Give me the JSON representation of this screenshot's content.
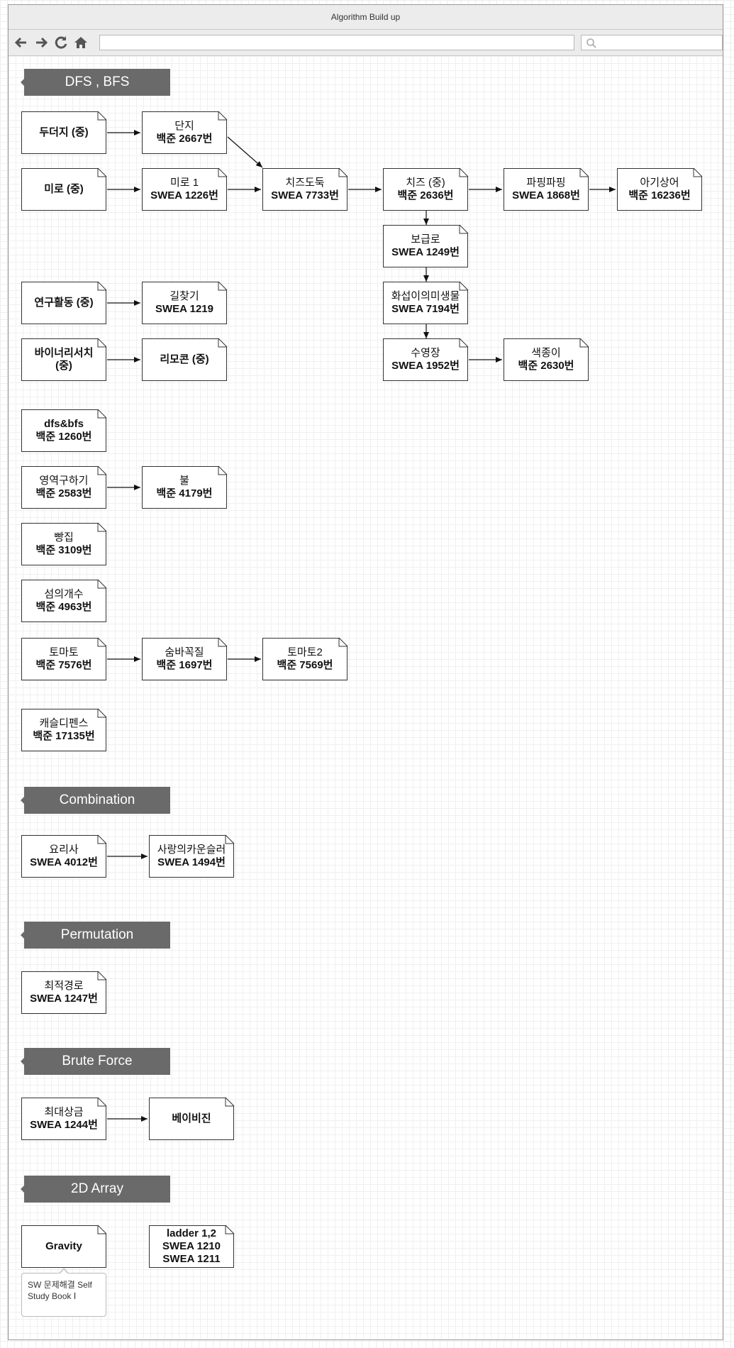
{
  "window": {
    "title": "Algorithm Build up",
    "url": "",
    "search_placeholder": ""
  },
  "headers": {
    "dfs_bfs": "DFS , BFS",
    "combination": "Combination",
    "permutation": "Permutation",
    "brute_force": "Brute Force",
    "array2d": "2D Array"
  },
  "nodes": {
    "dudeoji": {
      "l1": "두더지 (중)"
    },
    "danji": {
      "l1": "단지",
      "l2": "백준 2667번"
    },
    "miro": {
      "l1": "미로 (중)"
    },
    "miro1": {
      "l1": "미로 1",
      "l2": "SWEA 1226번"
    },
    "cheese_thief": {
      "l1": "치즈도둑",
      "l2": "SWEA 7733번"
    },
    "cheese": {
      "l1": "치즈 (중)",
      "l2": "백준 2636번"
    },
    "papping": {
      "l1": "파핑파핑",
      "l2": "SWEA 1868번"
    },
    "baby_shark": {
      "l1": "아기상어",
      "l2": "백준 16236번"
    },
    "supply": {
      "l1": "보급로",
      "l2": "SWEA 1249번"
    },
    "microbe": {
      "l1": "화섭이의미생물",
      "l2": "SWEA 7194번"
    },
    "pool": {
      "l1": "수영장",
      "l2": "SWEA 1952번"
    },
    "color_paper": {
      "l1": "색종이",
      "l2": "백준 2630번"
    },
    "research": {
      "l1": "연구활동 (중)"
    },
    "pathfind": {
      "l1": "길찾기",
      "l2": "SWEA 1219"
    },
    "binary": {
      "l1": "바이너리서치",
      "l1b": "(중)"
    },
    "remocon": {
      "l1": "리모콘 (중)"
    },
    "dfsbfs": {
      "l1": "dfs&bfs",
      "l2": "백준 1260번"
    },
    "area": {
      "l1": "영역구하기",
      "l2": "백준 2583번"
    },
    "fire": {
      "l1": "불",
      "l2": "백준 4179번"
    },
    "bread": {
      "l1": "빵집",
      "l2": "백준 3109번"
    },
    "islands": {
      "l1": "섬의개수",
      "l2": "백준 4963번"
    },
    "tomato": {
      "l1": "토마토",
      "l2": "백준 7576번"
    },
    "hide_seek": {
      "l1": "숨바꼭질",
      "l2": "백준 1697번"
    },
    "tomato2": {
      "l1": "토마토2",
      "l2": "백준 7569번"
    },
    "capsule": {
      "l1": "캐슬디펜스",
      "l2": "백준 17135번"
    },
    "cook": {
      "l1": "요리사",
      "l2": "SWEA 4012번"
    },
    "love_counselor": {
      "l1": "사랑의카운슬러",
      "l2": "SWEA 1494번"
    },
    "optimal_path": {
      "l1": "최적경로",
      "l2": "SWEA 1247번"
    },
    "max_prize": {
      "l1": "최대상금",
      "l2": "SWEA 1244번"
    },
    "babygin": {
      "l1": "베이비진"
    },
    "gravity": {
      "l1": "Gravity"
    },
    "ladder": {
      "l1": "ladder 1,2",
      "l2": "SWEA 1210",
      "l3": "SWEA 1211"
    }
  },
  "note": {
    "text": "SW 문제해결 Self Study Book Ⅰ"
  }
}
